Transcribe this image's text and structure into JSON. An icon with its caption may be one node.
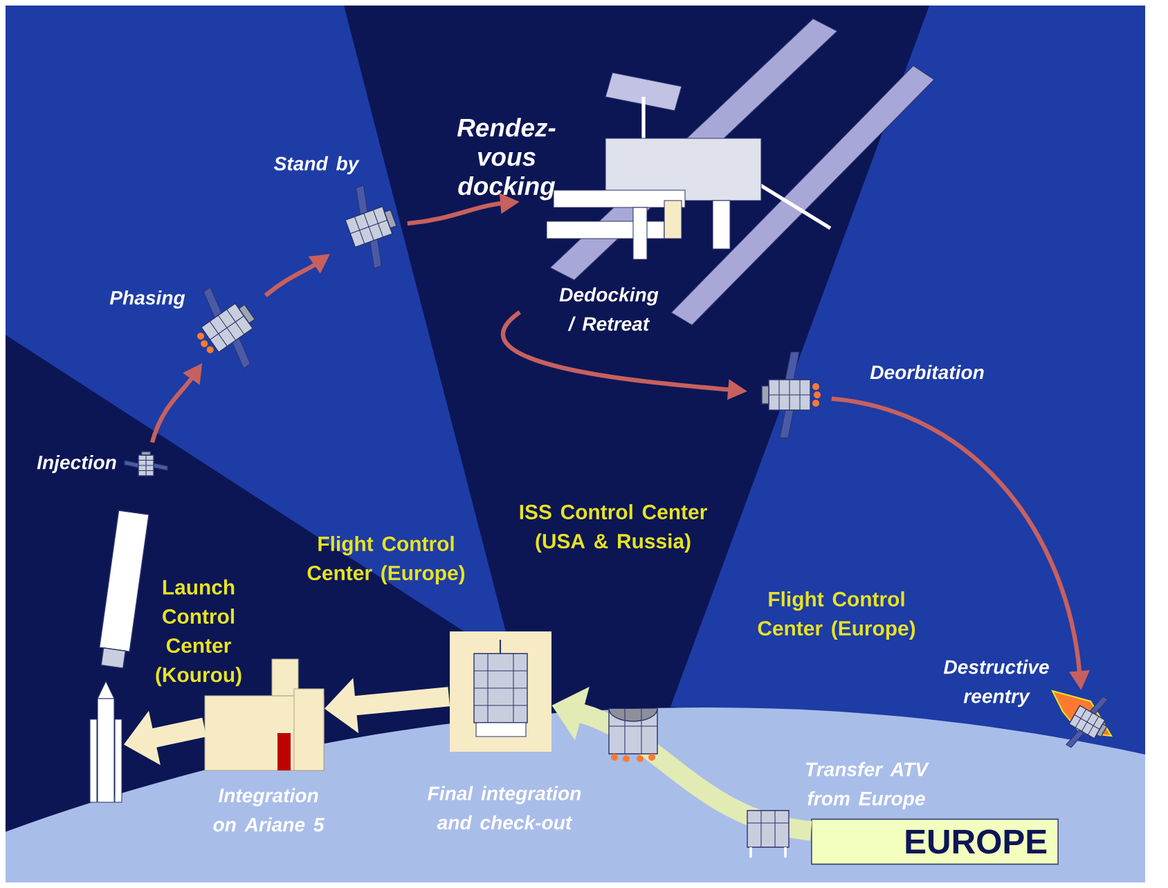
{
  "diagram": {
    "nodes": [
      {
        "text": [],
        "shape": "picture",
        "beside": [
          "Injection"
        ]
      },
      {
        "text": [],
        "shape": "picture",
        "beside": [
          "Phasing"
        ]
      },
      {
        "text": [],
        "shape": "picture",
        "beside": [
          "Stand by"
        ]
      },
      {
        "text": [],
        "shape": "picture",
        "beside": [
          "Rendez-vous docking",
          "Dedocking / Retreat"
        ]
      },
      {
        "text": [],
        "shape": "picture",
        "beside": [
          "Deorbitation"
        ]
      },
      {
        "text": [],
        "shape": "picture",
        "beside": [
          "Destructive reentry"
        ]
      },
      {
        "text": [
          "EUROPE"
        ]
      },
      {
        "text": [],
        "shape": "picture",
        "beside": [
          "Final integration and check-out"
        ]
      },
      {
        "text": [],
        "shape": "picture",
        "beside": [
          "Integration on Ariane 5"
        ]
      },
      {
        "text": [],
        "shape": "picture"
      }
    ],
    "edges": [
      {
        "from": 0,
        "to": 1,
        "arrow": "to"
      },
      {
        "from": 1,
        "to": 2,
        "arrow": "to"
      },
      {
        "from": 2,
        "to": 3,
        "arrow": "to"
      },
      {
        "from": 3,
        "to": 4,
        "arrow": "to"
      },
      {
        "from": 4,
        "to": 5,
        "arrow": "to"
      },
      {
        "from": 6,
        "to": 7,
        "arrow": "to",
        "style": "thick",
        "color": "#e2ebb4"
      },
      {
        "from": 7,
        "to": 8,
        "arrow": "to",
        "style": "thick",
        "color": "#f7ebc5"
      },
      {
        "from": 8,
        "to": 9,
        "arrow": "to",
        "style": "thick",
        "color": "#f7ebc5"
      }
    ],
    "labels": [
      "ISS Control Center (USA & Russia)",
      "Flight Control Center (Europe)",
      "Launch Control Center (Kourou)",
      "Flight Control Center (Europe)",
      "Transfer ATV from Europe"
    ]
  }
}
